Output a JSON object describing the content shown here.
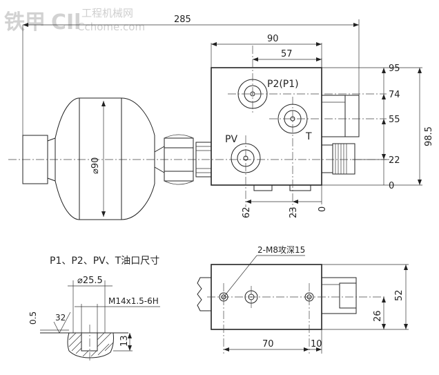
{
  "watermark": {
    "brand": "铁甲",
    "logo_letters": "CIl",
    "site": "工程机械网",
    "domain": "Cchome.com"
  },
  "top_view": {
    "overall_length": "285",
    "block_width": "90",
    "p2_offset": "57",
    "right_scale": [
      "95",
      "74",
      "55",
      "22",
      "0"
    ],
    "total_height": "98.5",
    "bottom_scale": [
      "62",
      "23",
      "0"
    ],
    "sphere_diameter": "⌀90",
    "port_labels": {
      "p2": "P2(P1)",
      "pv": "PV",
      "t": "T"
    }
  },
  "port_detail": {
    "title": "P1、P2、PV、T油口尺寸",
    "counterbore": "⌀25.5",
    "thread": "M14x1.5-6H",
    "depth": "13",
    "surface": "32",
    "step": "0.5"
  },
  "side_view": {
    "holes_note": "2-M8攻深15",
    "width_70": "70",
    "width_10": "10",
    "height_52": "52",
    "height_26": "26"
  }
}
